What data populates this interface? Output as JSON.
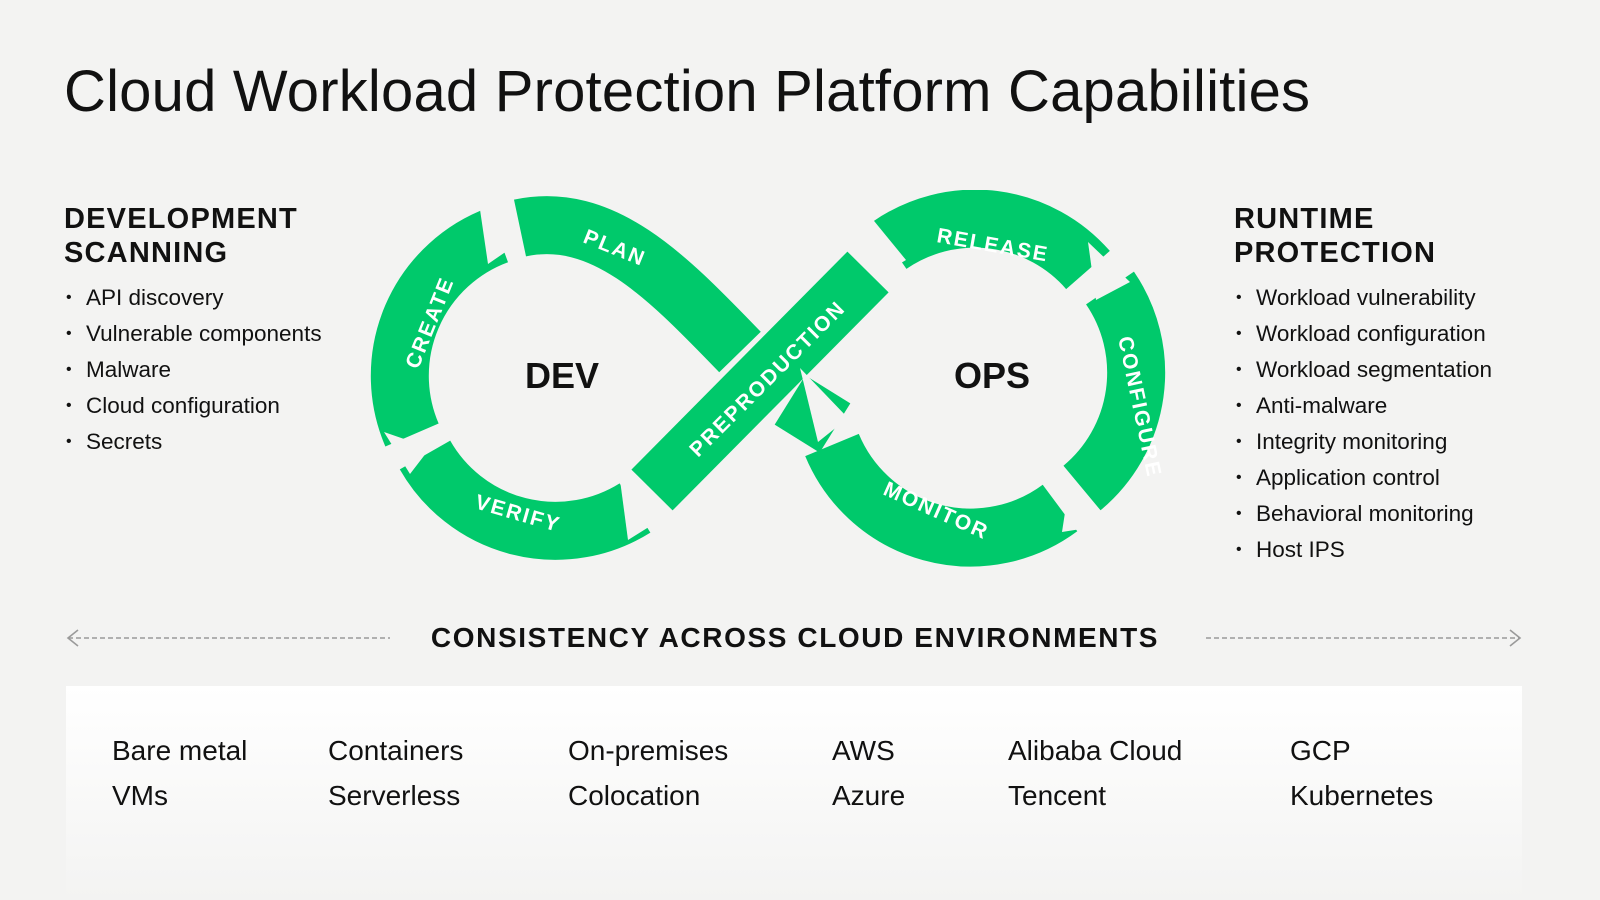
{
  "title": "Cloud Workload Protection Platform Capabilities",
  "dev_section": {
    "heading_line1": "DEVELOPMENT",
    "heading_line2": "SCANNING",
    "items": [
      "API discovery",
      "Vulnerable components",
      "Malware",
      "Cloud configuration",
      "Secrets"
    ]
  },
  "ops_section": {
    "heading_line1": "RUNTIME",
    "heading_line2": "PROTECTION",
    "items": [
      "Workload vulnerability",
      "Workload configuration",
      "Workload segmentation",
      "Anti-malware",
      "Integrity monitoring",
      "Application control",
      "Behavioral monitoring",
      "Host IPS"
    ]
  },
  "loop": {
    "dev_label": "DEV",
    "ops_label": "OPS",
    "stages": {
      "plan": "PLAN",
      "create": "CREATE",
      "verify": "VERIFY",
      "preproduction": "PREPRODUCTION",
      "release": "RELEASE",
      "configure": "CONFIGURE",
      "monitor": "MONITOR"
    },
    "color": "#00c96b"
  },
  "consistency_label": "CONSISTENCY ACROSS CLOUD ENVIRONMENTS",
  "environments": {
    "col1": [
      "Bare metal",
      "VMs"
    ],
    "col2": [
      "Containers",
      "Serverless"
    ],
    "col3": [
      "On-premises",
      "Colocation"
    ],
    "col4": [
      "AWS",
      "Azure"
    ],
    "col5": [
      "Alibaba Cloud",
      "Tencent"
    ],
    "col6": [
      "GCP",
      "Kubernetes"
    ]
  }
}
